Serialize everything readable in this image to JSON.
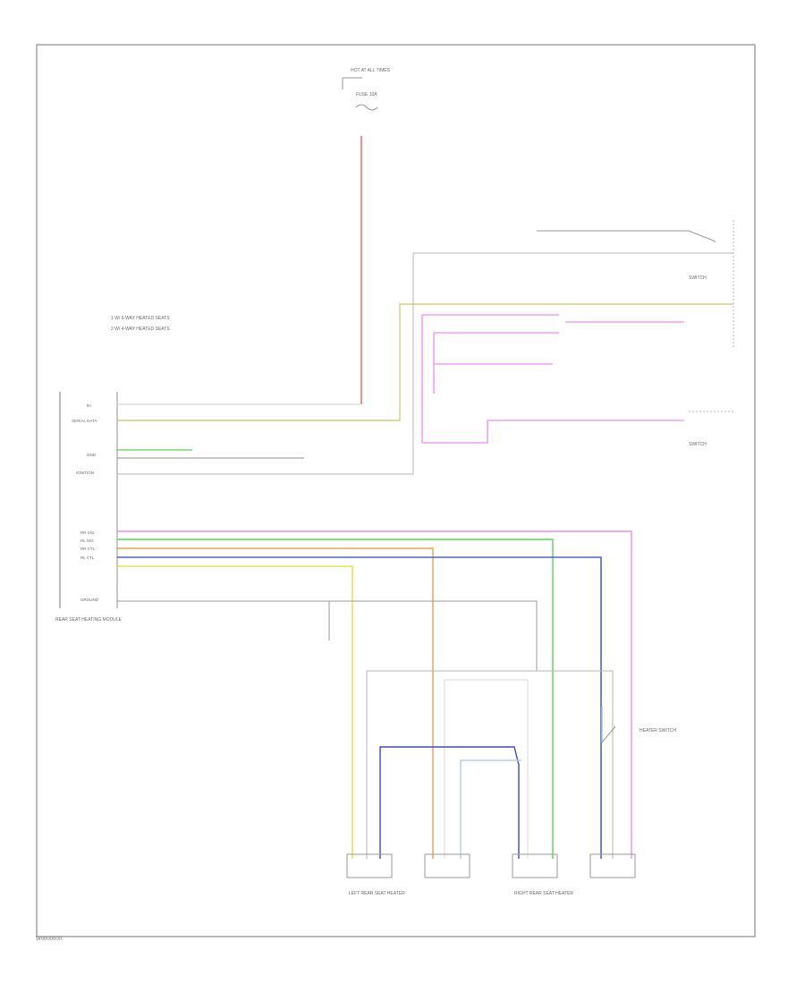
{
  "figure": {
    "id": "W0000000"
  },
  "colors": {
    "frame": "#8c8c8c",
    "red": "#ff6464",
    "yellow": "#e6e650",
    "yellow_green": "#d2d27a",
    "green": "#5ad25a",
    "orange": "#f0a050",
    "pink": "#f08cf0",
    "blue": "#4b64d2",
    "blue_dark": "#3c4bbe",
    "gray_wire": "#9a9a9a",
    "white_wire": "#d8d8d8",
    "pale_blue": "#a8c8e6"
  },
  "labels": {
    "hot_at_all_times": "HOT AT ALL TIMES",
    "fuse": "FUSE 10A",
    "legend_1": "1  W/ 6-WAY HEATED SEATS",
    "legend_2": "2  W/ 4-WAY HEATED SEATS",
    "module": "REAR SEAT HEATING MODULE",
    "switch_top": "SWITCH",
    "switch_bottom": "SWITCH",
    "left_rear_heater": "LEFT REAR SEAT HEATER",
    "right_rear_heater": "RIGHT REAR SEAT HEATER",
    "heater_switch": "HEATER SWITCH",
    "pin_b": "B+",
    "pin_serial": "SERIAL DATA",
    "pin_gnd": "GND",
    "pin_ignition": "IGNITION",
    "pin_rr_sig": "RR SIG",
    "pin_rl_sig": "RL SIG",
    "pin_rr_ctl": "RR CTL",
    "pin_rl_ctl": "RL CTL",
    "pin_ground": "GROUND"
  }
}
